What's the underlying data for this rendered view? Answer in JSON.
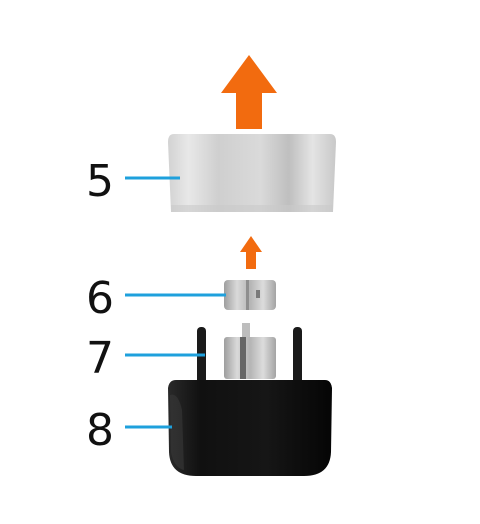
{
  "callouts": [
    {
      "number": "5",
      "part": "cap"
    },
    {
      "number": "6",
      "part": "sleeve"
    },
    {
      "number": "7",
      "part": "pins"
    },
    {
      "number": "8",
      "part": "base"
    }
  ],
  "colors": {
    "arrow": "#f26b0f",
    "leader_line": "#1ea0dc",
    "base": "#141414",
    "cap": "#d9d9d9",
    "sleeve": "#bdbdbd"
  },
  "icons": [
    "arrow-up-icon"
  ]
}
